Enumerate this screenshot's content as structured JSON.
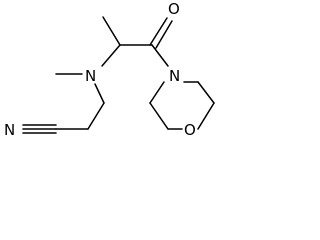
{
  "molecule": {
    "atoms": {
      "carbonyl_oxygen": "O",
      "amine_nitrogen": "N",
      "morpholine_nitrogen": "N",
      "morpholine_oxygen": "O",
      "nitrile_nitrogen": "N"
    }
  }
}
